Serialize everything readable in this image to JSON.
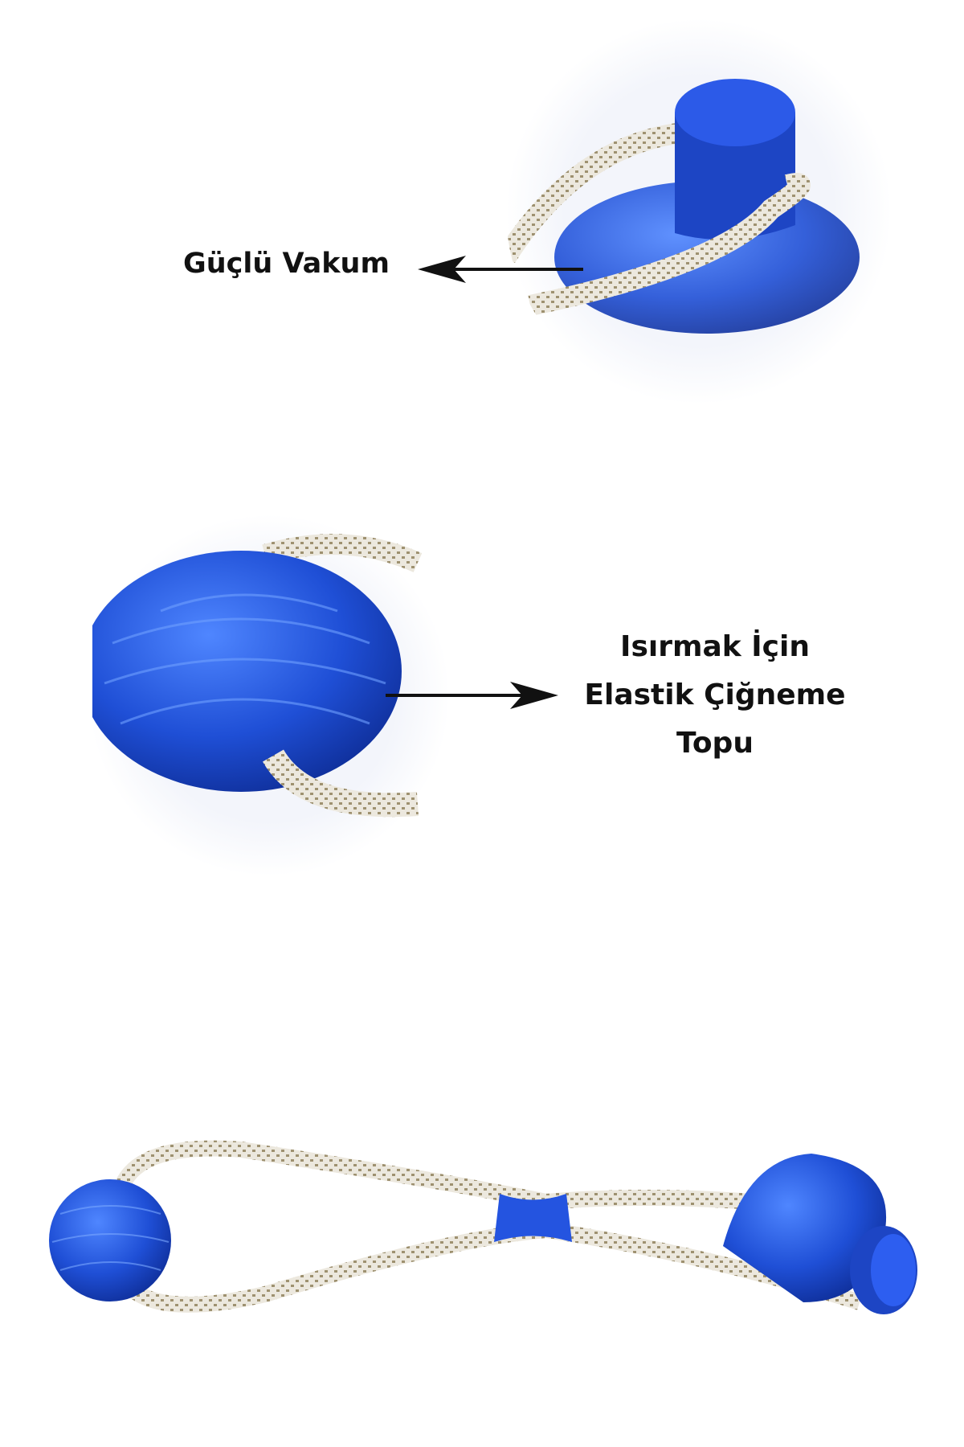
{
  "callouts": {
    "vacuum": "Güçlü Vakum",
    "ball_line1": "Isırmak İçin",
    "ball_line2": "Elastik Çiğneme",
    "ball_line3": "Topu"
  },
  "colors": {
    "toy_blue": "#1f4fd6",
    "rope": "#e8e4da",
    "rope_dots": "#a89a7a",
    "text": "#111111"
  }
}
